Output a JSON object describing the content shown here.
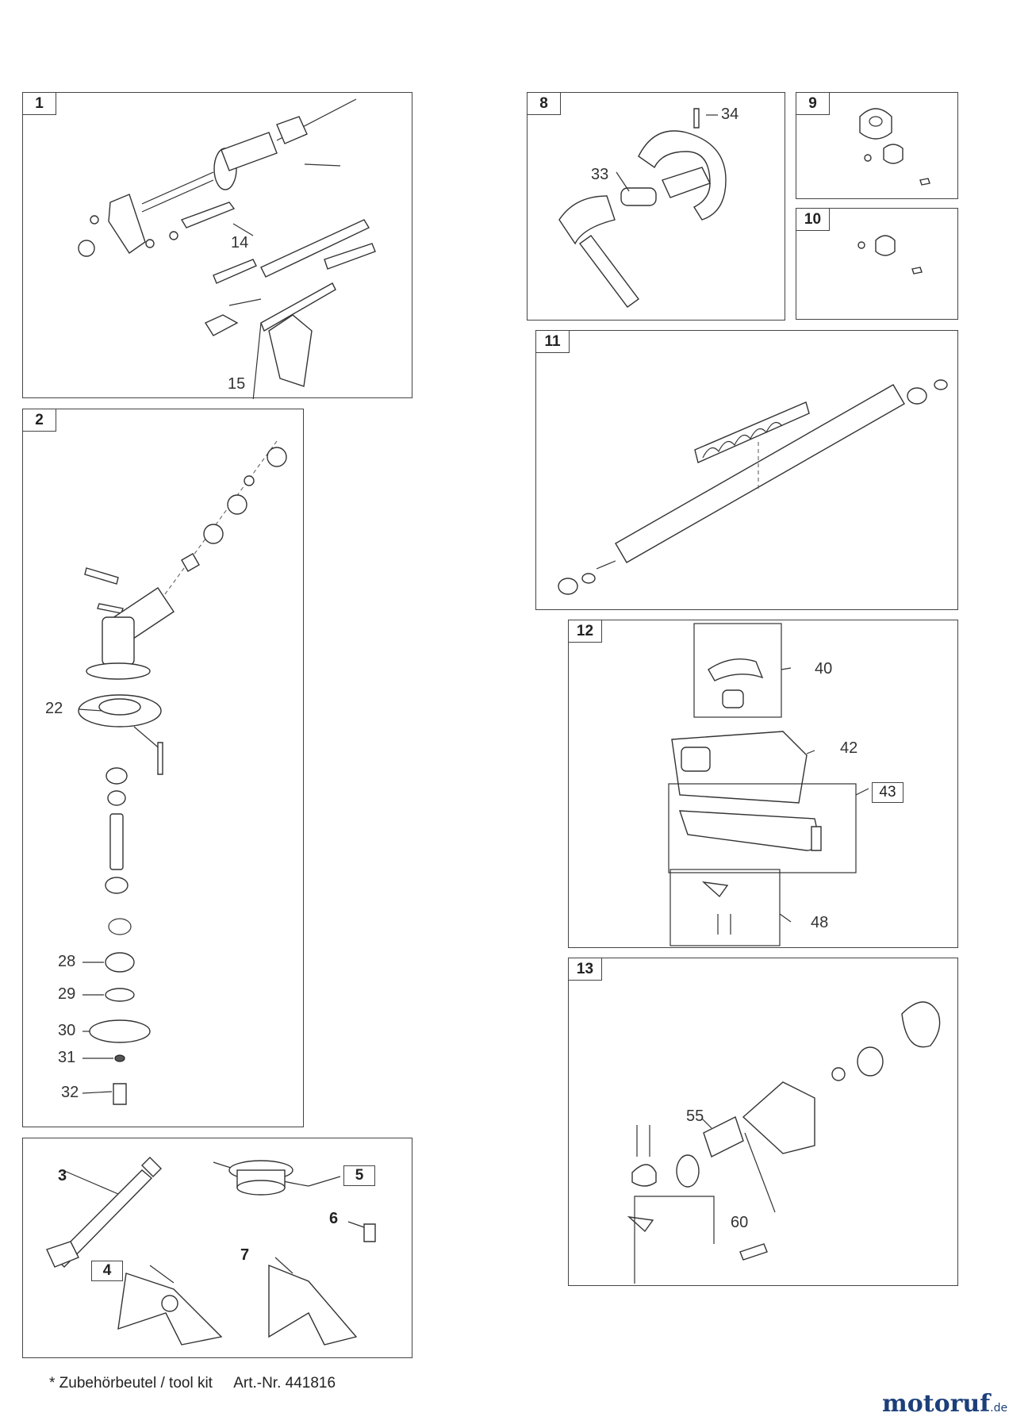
{
  "panels": [
    {
      "id": "1"
    },
    {
      "id": "2"
    },
    {
      "id": "8"
    },
    {
      "id": "9"
    },
    {
      "id": "10"
    },
    {
      "id": "11"
    },
    {
      "id": "12"
    },
    {
      "id": "13"
    }
  ],
  "callouts": {
    "p1": [
      "14",
      "15"
    ],
    "p2": [
      "22",
      "28",
      "29",
      "30",
      "31",
      "32"
    ],
    "p8": [
      "34",
      "33"
    ],
    "p12": [
      "40",
      "42",
      "43",
      "48"
    ],
    "p13": [
      "55",
      "60"
    ]
  },
  "kit": {
    "boxed": [
      "5",
      "4"
    ],
    "bold": [
      "3",
      "6",
      "7"
    ]
  },
  "footer": {
    "note": "* Zubehörbeutel / tool kit",
    "article": "Art.-Nr. 441816"
  },
  "brand": {
    "name": "motoruf",
    "suffix": ".de",
    "color": "#1c3f7a"
  }
}
